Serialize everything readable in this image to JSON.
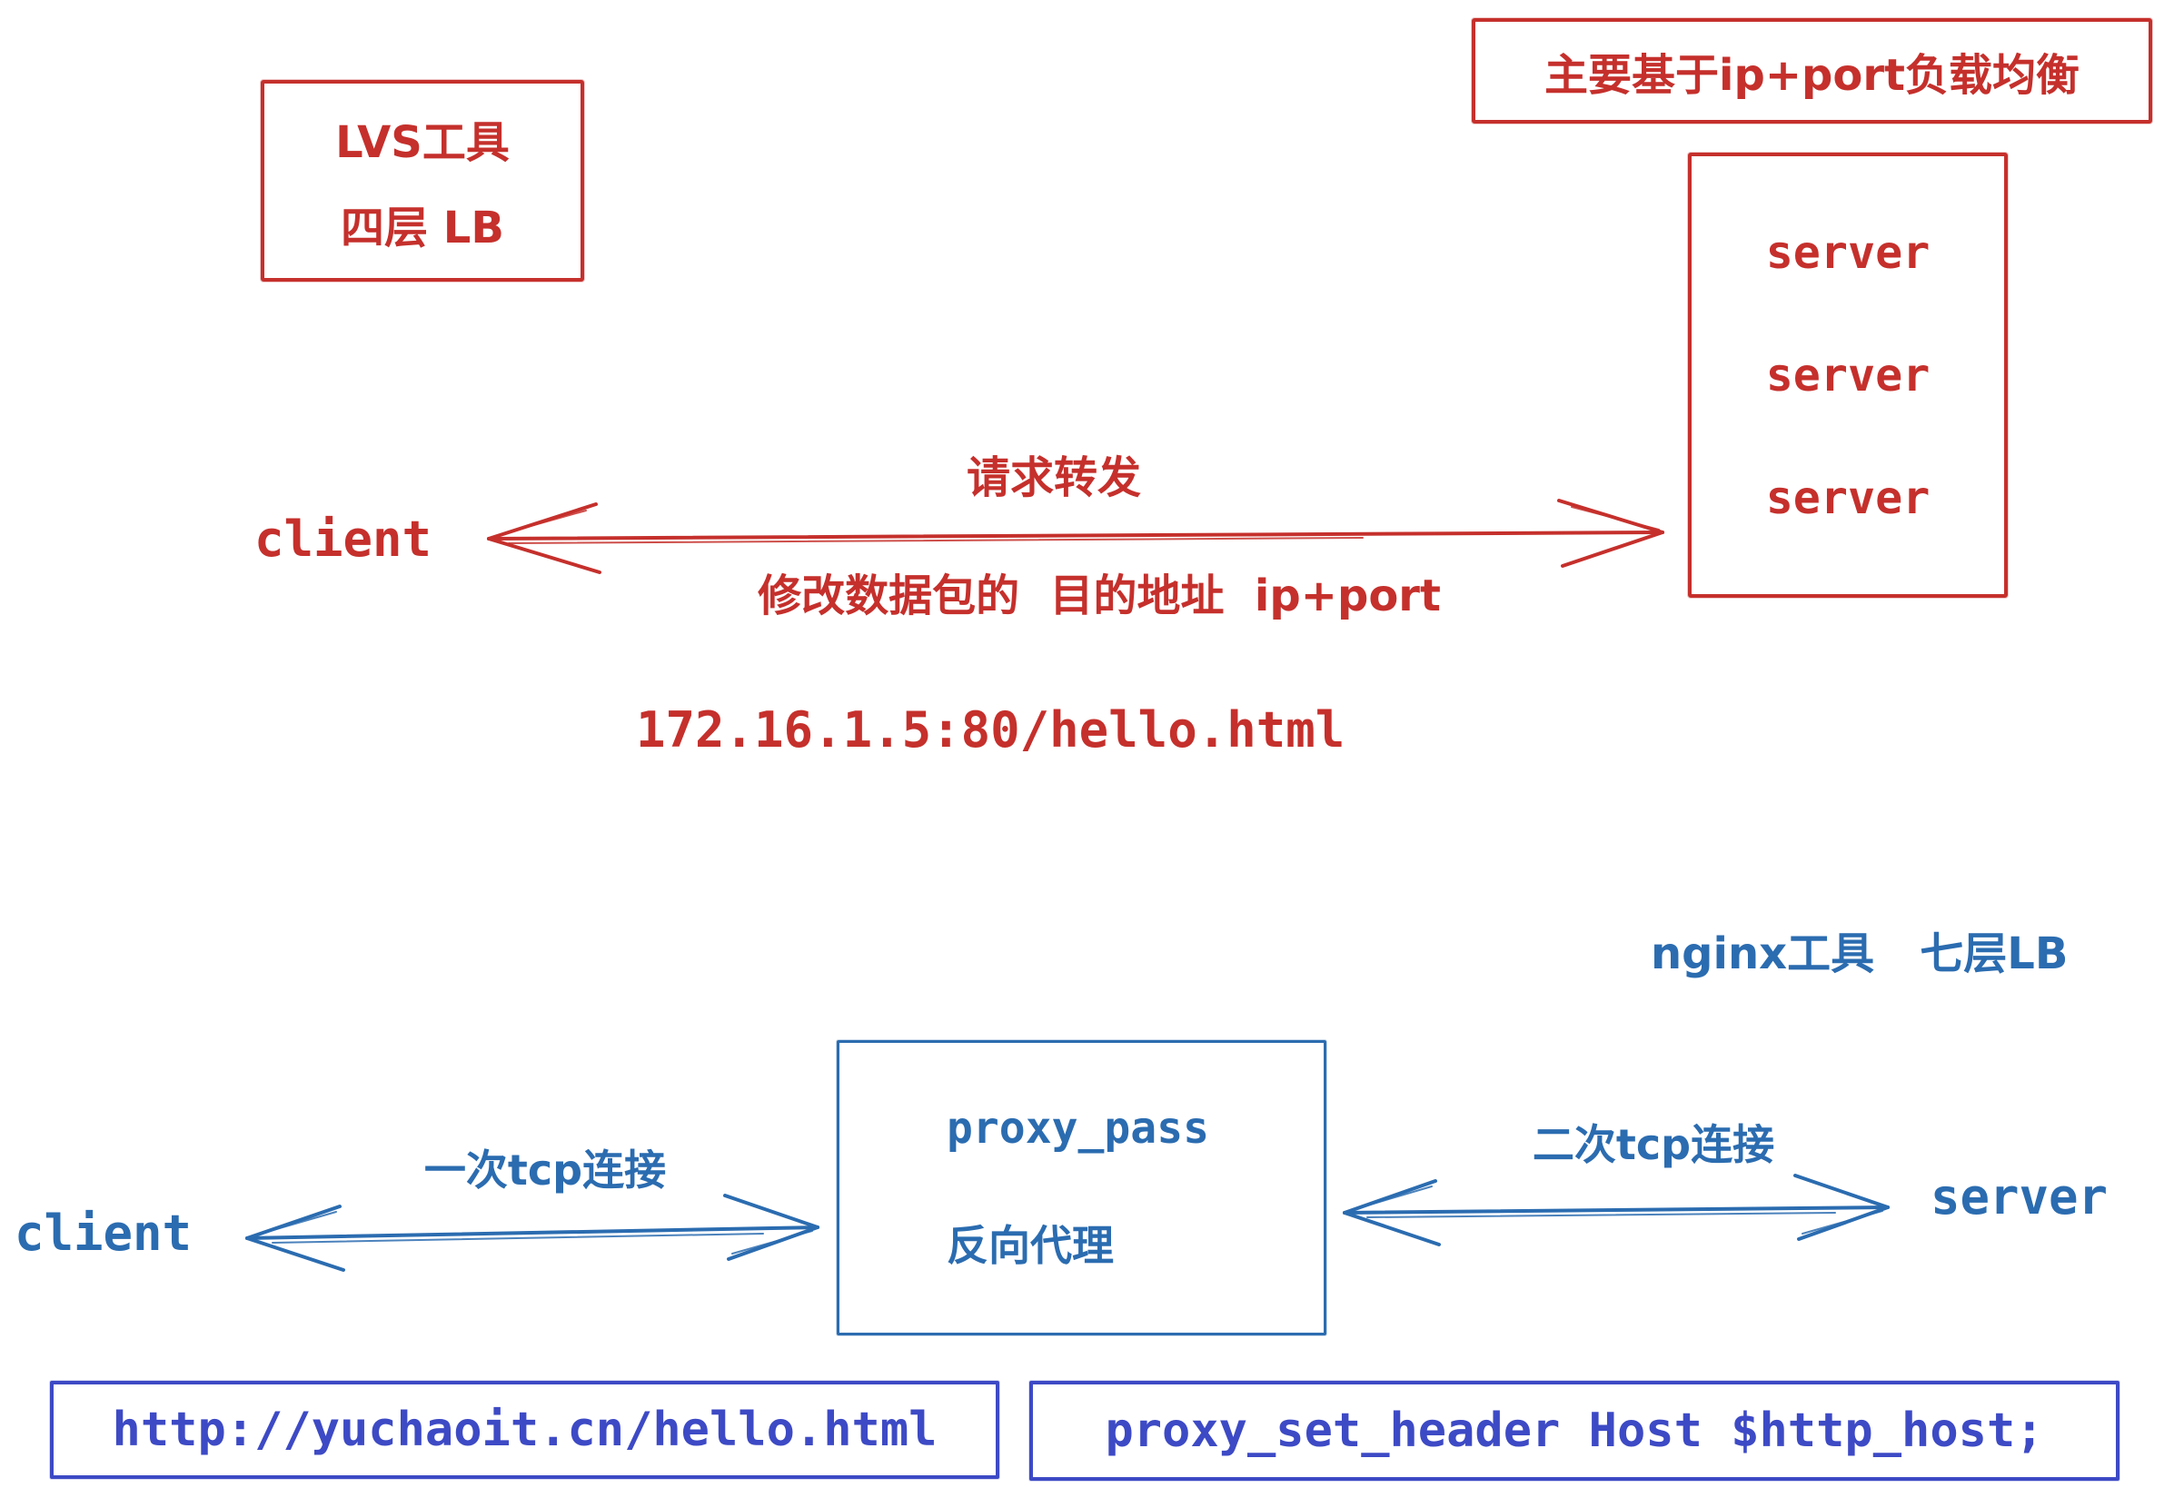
{
  "colors": {
    "red": "#c5302c",
    "blue": "#2b6cb0",
    "indigo": "#3d4ac5",
    "background": "#ffffff"
  },
  "lvs_section": {
    "tool_box": {
      "line1": "LVS工具",
      "line2": "四层 LB"
    },
    "note_box_label": "主要基于ip+port负载均衡",
    "server_box": {
      "servers": [
        "server",
        "server",
        "server"
      ]
    },
    "client_label": "client",
    "arrow_label_top": "请求转发",
    "arrow_label_bottom": "修改数据包的  目的地址  ip+port",
    "request_url": "172.16.1.5:80/hello.html"
  },
  "nginx_section": {
    "title": "nginx工具   七层LB",
    "proxy_box": {
      "line1": "proxy_pass",
      "line2": "反向代理"
    },
    "client_label": "client",
    "server_label": "server",
    "arrow1_label": "一次tcp连接",
    "arrow2_label": "二次tcp连接",
    "url_box_label": "http://yuchaoit.cn/hello.html",
    "config_box_label": "proxy_set_header Host $http_host;"
  }
}
